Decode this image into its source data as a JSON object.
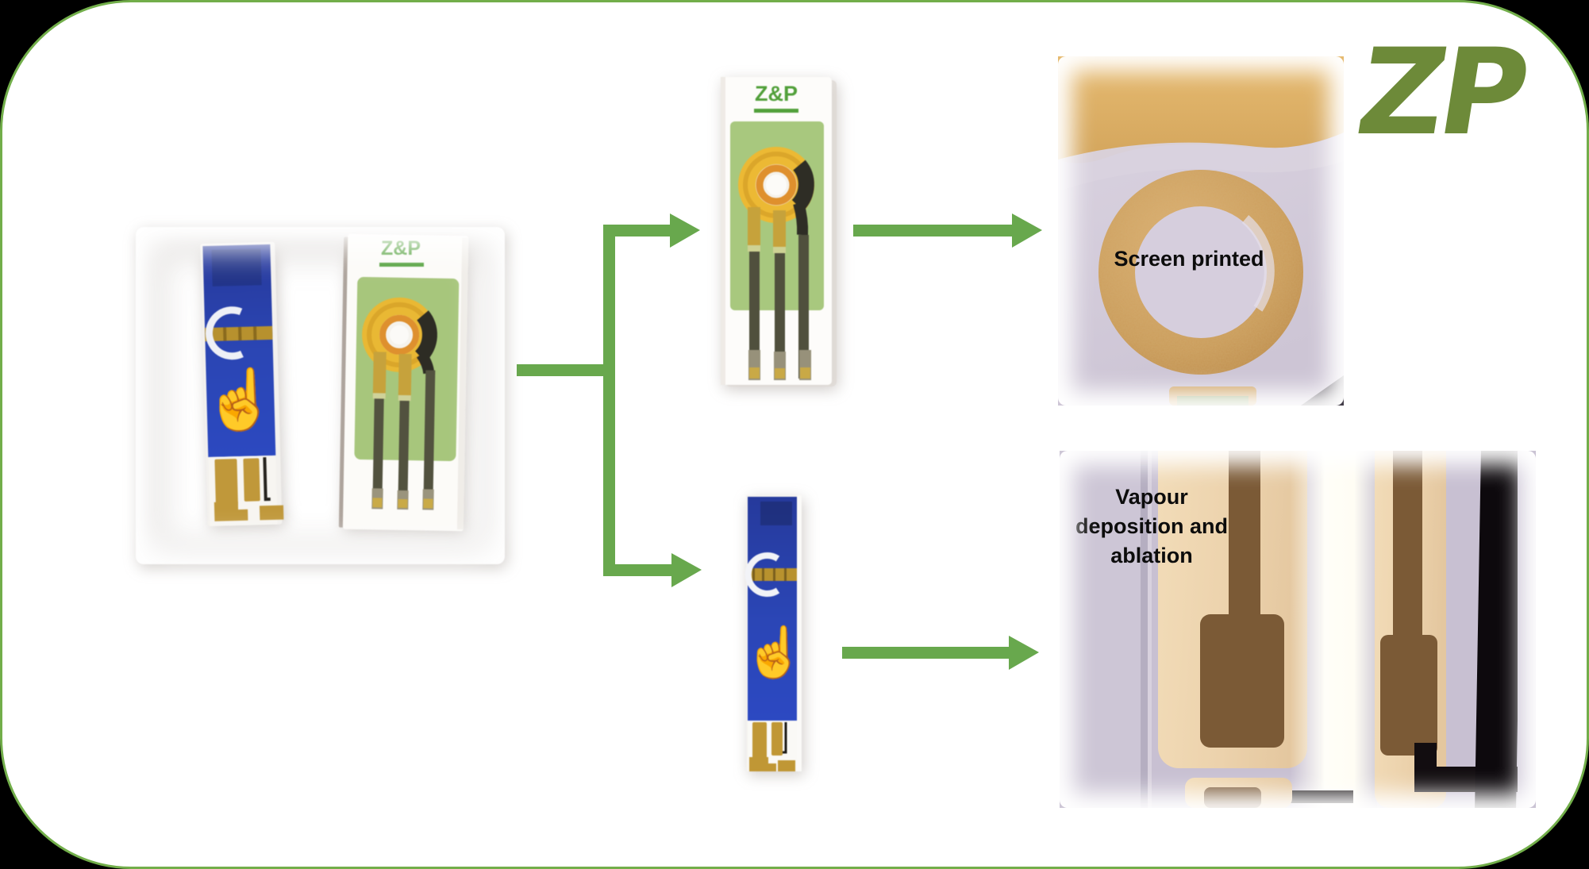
{
  "slide": {
    "background_color": "#000000",
    "panel_background": "#ffffff",
    "panel_border_color": "#72ae4a"
  },
  "brand": {
    "logo_text": "ZP",
    "logo_color": "#6d8a39"
  },
  "strips": {
    "brand_label": "Z&P",
    "brand_label_color": "#52a03b",
    "panel_green": "#a8c87e",
    "strip_blue": "#2b46b4",
    "gold": "#e8b733",
    "orange_ring": "#de902e",
    "icons": {
      "pointing_hand": "☝",
      "crescent": "white-crescent"
    }
  },
  "arrows": {
    "color": "#68a84d"
  },
  "captions": {
    "screen_printed": "Screen printed",
    "vapour_line1": "Vapour",
    "vapour_line2": "deposition and",
    "vapour_line3": "ablation"
  }
}
